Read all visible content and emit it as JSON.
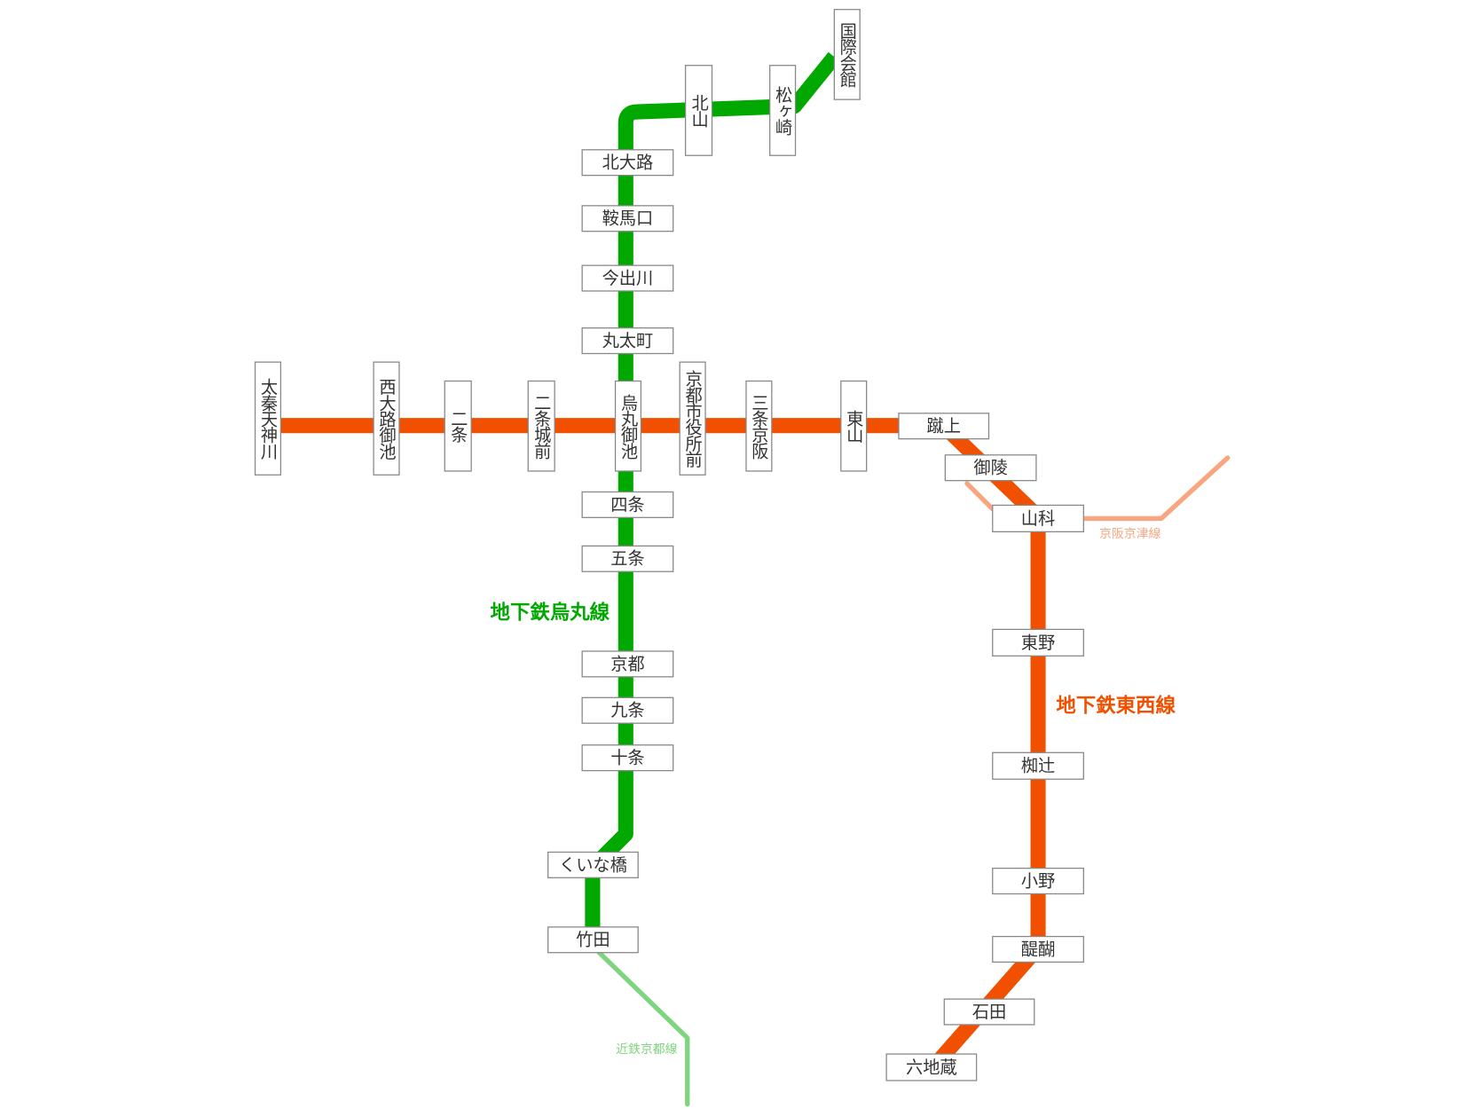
{
  "colors": {
    "karasuma": "#00a800",
    "tozai": "#f05000",
    "keihan": "#f7a680",
    "kintetsu": "#7fd47f"
  },
  "lines": {
    "karasuma": "地下鉄烏丸線",
    "tozai": "地下鉄東西線",
    "keihan": "京阪京津線",
    "kintetsu": "近鉄京都線"
  },
  "stations": {
    "kokusaikaikan": "国際会館",
    "matsugasaki": "松ヶ崎",
    "kitayama": "北山",
    "kitaoji": "北大路",
    "kuramaguchi": "鞍馬口",
    "imadegawa": "今出川",
    "marutamachi": "丸太町",
    "karasumaoike": "烏丸御池",
    "shijo": "四条",
    "gojo": "五条",
    "kyoto": "京都",
    "kujo": "九条",
    "jujo": "十条",
    "kuinabashi": "くいな橋",
    "takeda": "竹田",
    "uzumasa": "太秦天神川",
    "nishioji": "西大路御池",
    "nijo": "二条",
    "nijojomae": "二条城前",
    "shiyakusho": "京都市役所前",
    "sanjokeihan": "三条京阪",
    "higashiyama": "東山",
    "keage": "蹴上",
    "misasagi": "御陵",
    "yamashina": "山科",
    "higashino": "東野",
    "nagitsuji": "椥辻",
    "ono": "小野",
    "daigo": "醍醐",
    "ishida": "石田",
    "rokujizo": "六地蔵"
  }
}
